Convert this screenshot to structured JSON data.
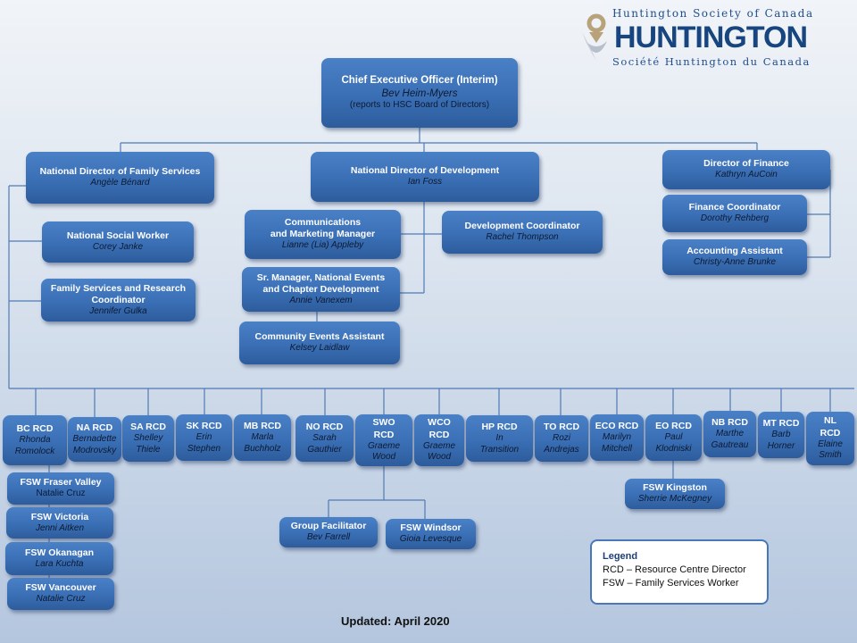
{
  "logo": {
    "line1": "Huntington Society of Canada",
    "line2": "HUNTINGTON",
    "line3": "Société Huntington du Canada"
  },
  "ceo": {
    "title": "Chief Executive Officer (Interim)",
    "name": "Bev Heim-Myers",
    "note": "(reports to HSC Board of Directors)"
  },
  "family_director": {
    "title": "National Director of Family Services",
    "name": "Angèle Bénard"
  },
  "dev_director": {
    "title": "National Director of Development",
    "name": "Ian Foss"
  },
  "finance_director": {
    "title": "Director of Finance",
    "name": "Kathryn AuCoin"
  },
  "social_worker": {
    "title": "National Social Worker",
    "name": "Corey Janke"
  },
  "fs_research": {
    "title": "Family Services and Research\nCoordinator",
    "name": "Jennifer Gulka"
  },
  "comm_manager": {
    "title": "Communications\nand Marketing Manager",
    "name": "Lianne (Lia) Appleby"
  },
  "dev_coord": {
    "title": "Development Coordinator",
    "name": "Rachel Thompson"
  },
  "sr_manager": {
    "title": "Sr. Manager, National Events\nand Chapter Development",
    "name": "Annie Vanexem"
  },
  "events_assistant": {
    "title": "Community Events Assistant",
    "name": "Kelsey Laidlaw"
  },
  "finance_coord": {
    "title": "Finance Coordinator",
    "name": "Dorothy Rehberg"
  },
  "accounting": {
    "title": "Accounting Assistant",
    "name": "Christy-Anne Brunke"
  },
  "rcds": [
    {
      "title": "BC RCD",
      "name": "Rhonda\nRomolock"
    },
    {
      "title": "NA RCD",
      "name": "Bernadette\nModrovsky"
    },
    {
      "title": "SA RCD",
      "name": "Shelley\nThiele"
    },
    {
      "title": "SK RCD",
      "name": "Erin\nStephen"
    },
    {
      "title": "MB RCD",
      "name": "Marla\nBuchholz"
    },
    {
      "title": "NO RCD",
      "name": "Sarah\nGauthier"
    },
    {
      "title": "SWO\nRCD",
      "name": "Graeme\nWood"
    },
    {
      "title": "WCO\nRCD",
      "name": "Graeme\nWood"
    },
    {
      "title": "HP RCD",
      "name": "In\nTransition"
    },
    {
      "title": "TO RCD",
      "name": "Rozi\nAndrejas"
    },
    {
      "title": "ECO RCD",
      "name": "Marilyn\nMitchell"
    },
    {
      "title": "EO RCD",
      "name": "Paul\nKlodniski"
    },
    {
      "title": "NB RCD",
      "name": "Marthe\nGautreau"
    },
    {
      "title": "MT RCD",
      "name": "Barb\nHorner"
    },
    {
      "title": "NL\nRCD",
      "name": "Elaine\nSmith"
    }
  ],
  "fsw_bc": [
    {
      "title": "FSW Fraser Valley",
      "name": "Natalie Cruz"
    },
    {
      "title": "FSW Victoria",
      "name": "Jenni Aitken"
    },
    {
      "title": "FSW Okanagan",
      "name": "Lara Kuchta"
    },
    {
      "title": "FSW Vancouver",
      "name": "Natalie Cruz"
    }
  ],
  "group_facilitator": {
    "title": "Group Facilitator",
    "name": "Bev Farrell"
  },
  "fsw_windsor": {
    "title": "FSW Windsor",
    "name": "Gioia Levesque"
  },
  "fsw_kingston": {
    "title": "FSW Kingston",
    "name": "Sherrie McKegney"
  },
  "legend": {
    "heading": "Legend",
    "rcd": "RCD – Resource Centre Director",
    "fsw": "FSW – Family Services Worker"
  },
  "updated": "Updated: April 2020",
  "colors": {
    "box": "#3a6fb5",
    "line": "#4a78b6",
    "title_text": "#ffffff",
    "name_text": "#0d1a33"
  }
}
